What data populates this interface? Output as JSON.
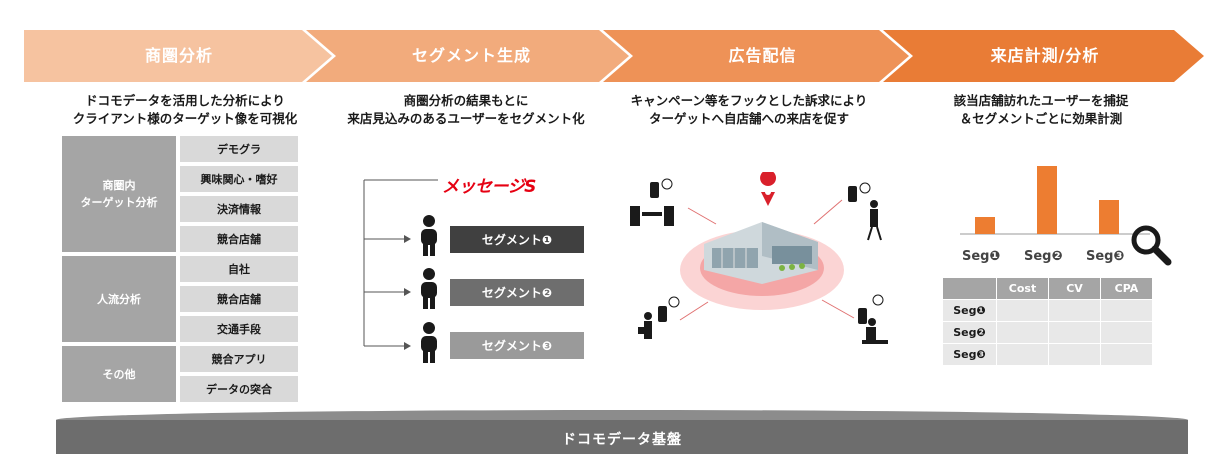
{
  "steps": [
    {
      "label": "商圏分析",
      "color": "#f6c3a0"
    },
    {
      "label": "セグメント生成",
      "color": "#f2ab7c"
    },
    {
      "label": "広告配信",
      "color": "#ee9257"
    },
    {
      "label": "来店計測/分析",
      "color": "#e97c36"
    }
  ],
  "descriptions": [
    [
      "ドコモデータを活用した分析により",
      "クライアント様のターゲット像を可視化"
    ],
    [
      "商圏分析の結果もとに",
      "来店見込みのあるユーザーをセグメント化"
    ],
    [
      "キャンペーン等をフックとした訴求により",
      "ターゲットへ自店舗への来店を促す"
    ],
    [
      "該当店舗訪れたユーザーを捕捉",
      "＆セグメントごとに効果計測"
    ]
  ],
  "analysis": {
    "groups": [
      {
        "label": "商圏内\nターゲット分析",
        "items": [
          "デモグラ",
          "興味関心・嗜好",
          "決済情報",
          "競合店舗"
        ]
      },
      {
        "label": "人流分析",
        "items": [
          "自社",
          "競合店舗",
          "交通手段"
        ]
      },
      {
        "label": "その他",
        "items": [
          "競合アプリ",
          "データの突合"
        ]
      }
    ]
  },
  "segmentation": {
    "brand": "メッセージS",
    "segments": [
      {
        "label": "セグメント❶",
        "color": "#404040"
      },
      {
        "label": "セグメント❷",
        "color": "#6e6e6e"
      },
      {
        "label": "セグメント❸",
        "color": "#9a9a9a"
      }
    ]
  },
  "measurement": {
    "chart_data": {
      "type": "bar",
      "categories": [
        "Seg❶",
        "Seg❷",
        "Seg❸"
      ],
      "values": [
        1,
        4,
        2
      ],
      "color": "#ed7d31"
    },
    "table": {
      "columns": [
        "Cost",
        "CV",
        "CPA"
      ],
      "rows": [
        "Seg❶",
        "Seg❷",
        "Seg❸"
      ]
    }
  },
  "foundation": "ドコモデータ基盤",
  "colors": {
    "gray_dark": "#404040",
    "gray_light": "#d9d9d9",
    "pin_red": "#d9202b",
    "circle": "#f4a6a6"
  }
}
